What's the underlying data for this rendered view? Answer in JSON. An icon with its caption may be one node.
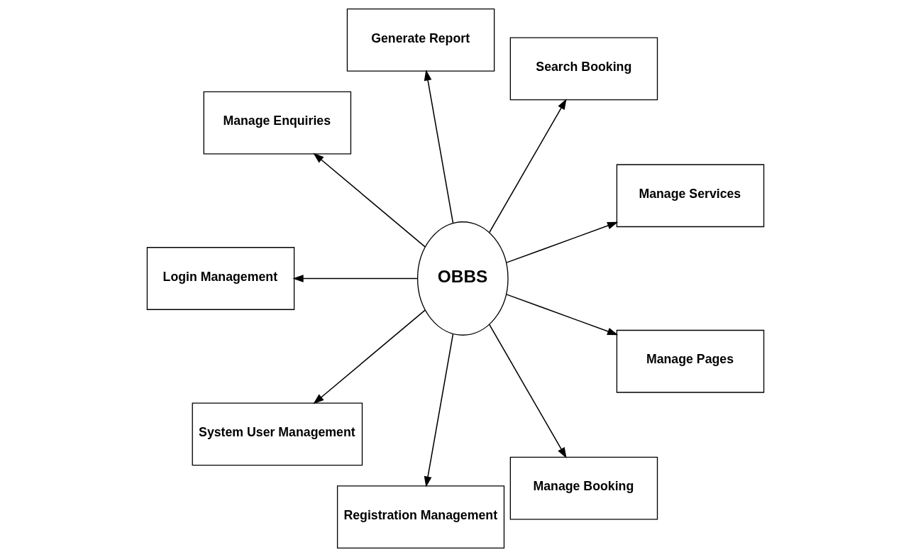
{
  "diagram": {
    "nodes": [
      {
        "text": [
          "OBBS"
        ]
      },
      {
        "text": [
          "Manage Enquiries"
        ]
      },
      {
        "text": [
          "Login Management"
        ]
      },
      {
        "text": [
          "System User Management"
        ]
      },
      {
        "text": [
          "Registration Management"
        ]
      },
      {
        "text": [
          "Generate Report"
        ]
      },
      {
        "text": [
          "Search Booking"
        ]
      },
      {
        "text": [
          "Manage Services"
        ]
      },
      {
        "text": [
          "Manage Pages"
        ]
      },
      {
        "text": [
          "Manage Booking"
        ]
      }
    ],
    "edges": [
      {
        "from": 0,
        "to": 1,
        "arrow": "to"
      },
      {
        "from": 0,
        "to": 2,
        "arrow": "to"
      },
      {
        "from": 0,
        "to": 3,
        "arrow": "to"
      },
      {
        "from": 0,
        "to": 4,
        "arrow": "to"
      },
      {
        "from": 0,
        "to": 5,
        "arrow": "to"
      },
      {
        "from": 0,
        "to": 6,
        "arrow": "to"
      },
      {
        "from": 0,
        "to": 7,
        "arrow": "to"
      },
      {
        "from": 0,
        "to": 8,
        "arrow": "to"
      },
      {
        "from": 0,
        "to": 9,
        "arrow": "to"
      }
    ]
  }
}
